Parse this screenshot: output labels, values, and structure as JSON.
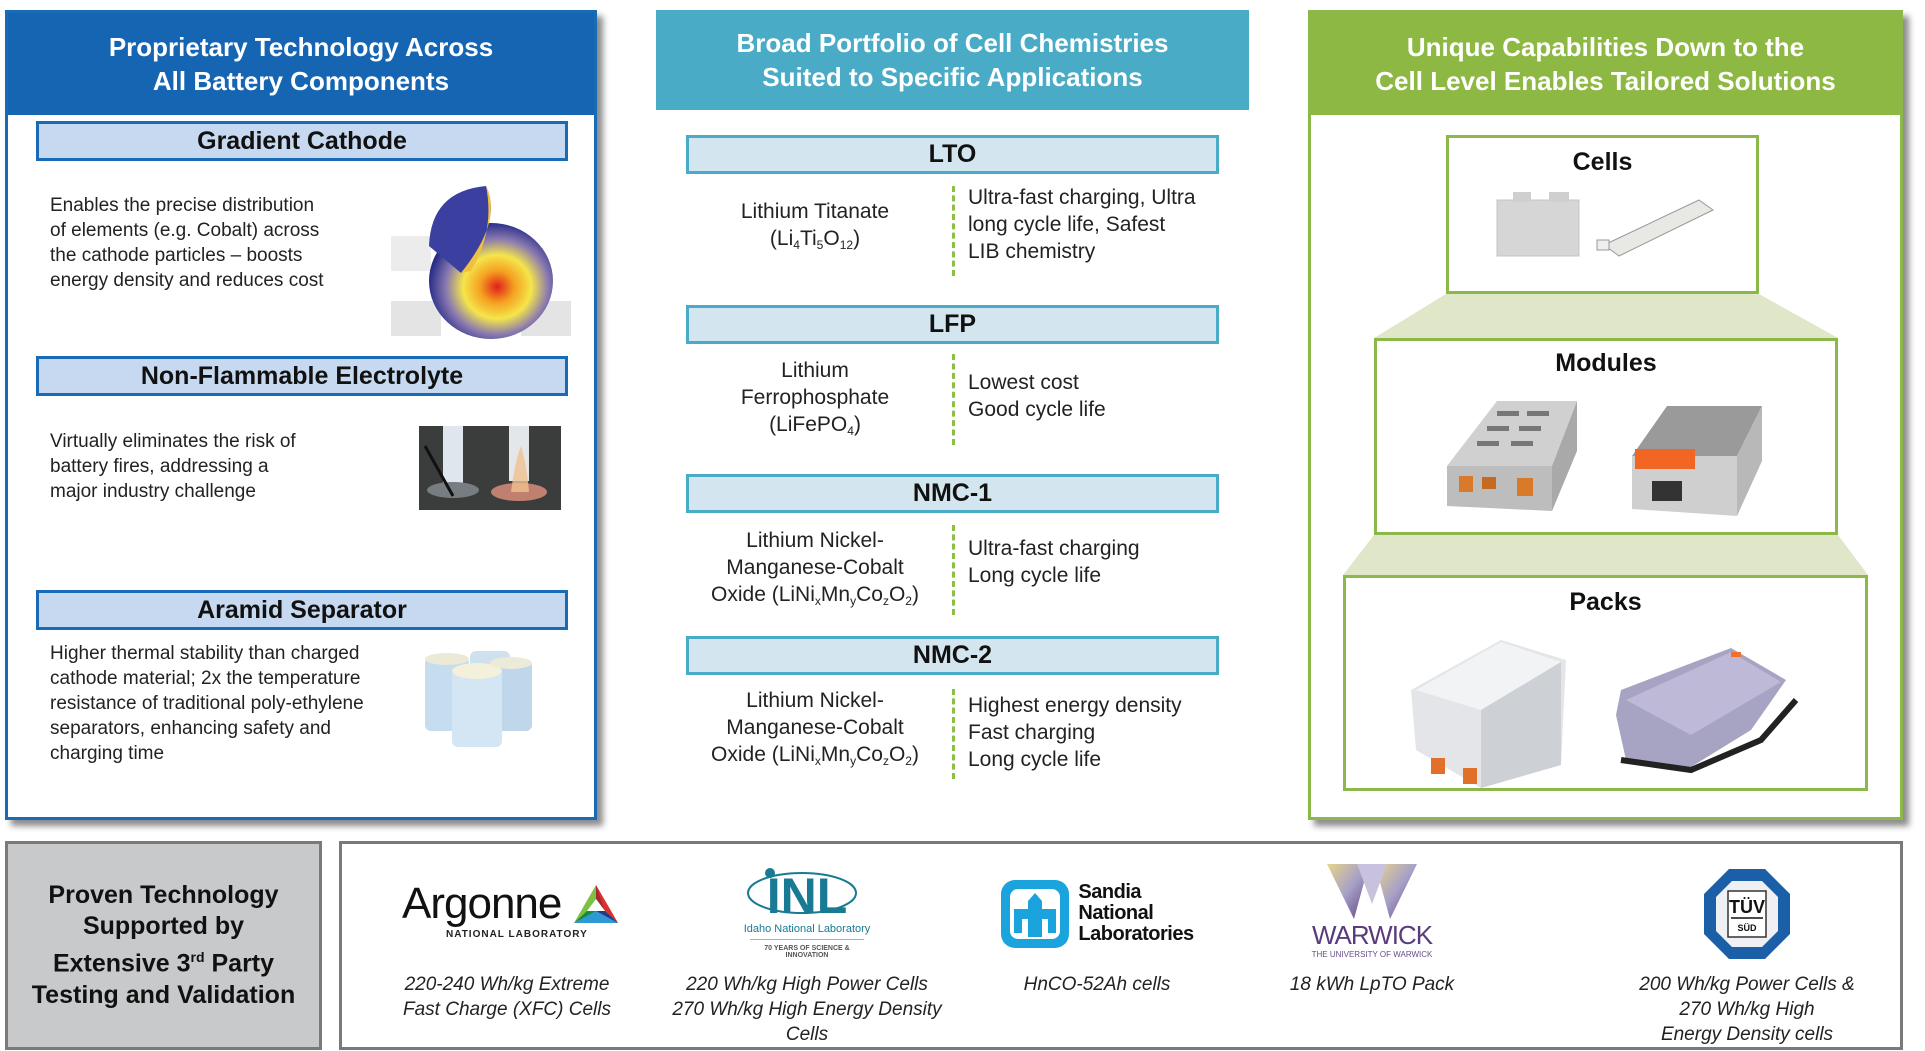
{
  "left_panel": {
    "title": "Proprietary Technology Across\nAll Battery Components",
    "items": [
      {
        "title": "Gradient Cathode",
        "description": "Enables the precise distribution\nof elements (e.g. Cobalt) across\nthe cathode particles – boosts\nenergy density and reduces cost",
        "image": "gradient-cathode-particle"
      },
      {
        "title": "Non-Flammable Electrolyte",
        "description": "Virtually eliminates the risk of\nbattery fires, addressing a\nmajor industry challenge",
        "image": "electrolyte-flame-test"
      },
      {
        "title": "Aramid Separator",
        "description": "Higher thermal stability than charged\ncathode material; 2x the temperature\nresistance of traditional poly-ethylene\nseparators, enhancing safety and\ncharging time",
        "image": "separator-rolls"
      }
    ]
  },
  "middle_panel": {
    "title": "Broad Portfolio of Cell Chemistries\nSuited to Specific Applications",
    "chemistries": [
      {
        "code": "LTO",
        "name_lines": [
          "Lithium Titanate"
        ],
        "formula_html": "(Li<sub>4</sub>Ti<sub>5</sub>O<sub>12</sub>)",
        "features": "Ultra-fast charging, Ultra\nlong cycle life, Safest\nLIB chemistry"
      },
      {
        "code": "LFP",
        "name_lines": [
          "Lithium",
          "Ferrophosphate"
        ],
        "formula_html": "(LiFePO<sub>4</sub>)",
        "features": "Lowest cost\nGood cycle life"
      },
      {
        "code": "NMC-1",
        "name_lines": [
          "Lithium Nickel-",
          "Manganese-Cobalt"
        ],
        "formula_html": "Oxide (LiNi<sub>x</sub>Mn<sub>y</sub>Co<sub>z</sub>O<sub>2</sub>)",
        "features": "Ultra-fast charging\nLong cycle life"
      },
      {
        "code": "NMC-2",
        "name_lines": [
          "Lithium Nickel-",
          "Manganese-Cobalt"
        ],
        "formula_html": "Oxide (LiNi<sub>x</sub>Mn<sub>y</sub>Co<sub>z</sub>O<sub>2</sub>)",
        "features": "Highest energy density\nFast charging\nLong cycle life"
      }
    ]
  },
  "right_panel": {
    "title": "Unique Capabilities Down to the\nCell Level Enables Tailored Solutions",
    "levels": [
      {
        "label": "Cells"
      },
      {
        "label": "Modules"
      },
      {
        "label": "Packs"
      }
    ]
  },
  "bottom": {
    "proven_line1": "Proven Technology",
    "proven_line2": "Supported by",
    "proven_line3_pre": "Extensive 3",
    "proven_line3_sup": "rd",
    "proven_line3_post": " Party",
    "proven_line4": "Testing and Validation",
    "partners": [
      {
        "name": "Argonne",
        "subname": "NATIONAL LABORATORY",
        "caption": "220-240 Wh/kg Extreme\nFast Charge (XFC) Cells"
      },
      {
        "name": "INL",
        "subname": "Idaho National Laboratory",
        "tagline": "70 YEARS OF SCIENCE & INNOVATION",
        "caption": "220 Wh/kg High Power Cells\n270 Wh/kg High Energy Density\nCells"
      },
      {
        "name": "Sandia\nNational\nLaboratories",
        "caption": "HnCO-52Ah cells"
      },
      {
        "name": "WARWICK",
        "subname": "THE UNIVERSITY OF WARWICK",
        "caption": "18 kWh LpTO Pack"
      },
      {
        "name": "TÜV",
        "subname": "SÜD",
        "caption": "200 Wh/kg Power Cells &\n270 Wh/kg High\nEnergy Density cells"
      }
    ]
  },
  "colors": {
    "left_accent": "#1565b3",
    "middle_accent": "#4aabc6",
    "right_accent": "#8db843",
    "proven_bg": "#c8c9cb"
  }
}
